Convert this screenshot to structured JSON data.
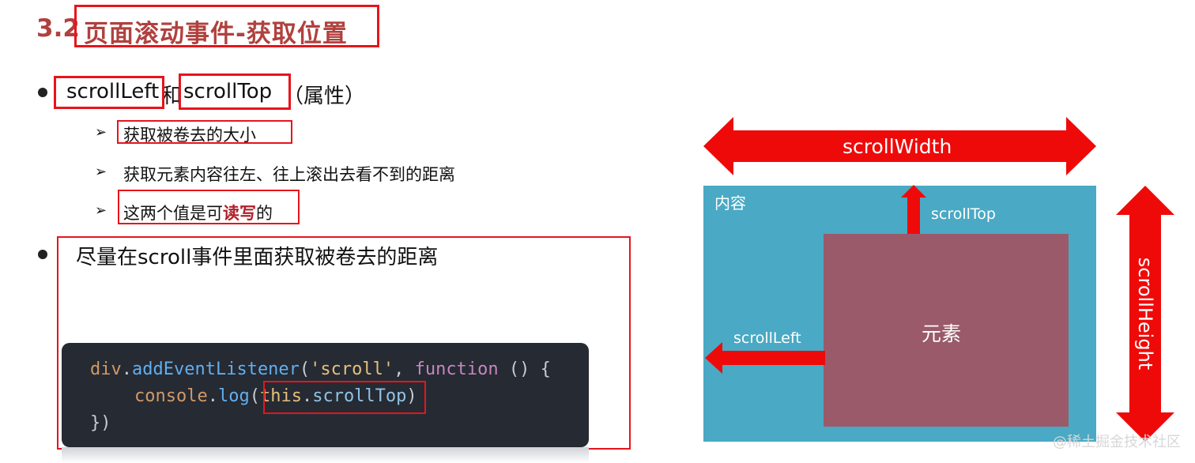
{
  "title": {
    "number": "3.2",
    "text": "页面滚动事件-获取位置"
  },
  "bullet1": {
    "term1": "scrollLeft",
    "joiner": "和",
    "term2": "scrollTop",
    "suffix": "（属性）",
    "subitems": [
      {
        "text": "获取被卷去的大小"
      },
      {
        "text": "获取元素内容往左、往上滚出去看不到的距离"
      },
      {
        "prefix": "这两个值是可",
        "emphasis": "读写",
        "suffix": "的"
      }
    ]
  },
  "bullet2": {
    "text": "尽量在scroll事件里面获取被卷去的距离"
  },
  "code": {
    "line1": {
      "obj": "div",
      "dot": ".",
      "method": "addEventListener",
      "open": "(",
      "event": "'scroll'",
      "comma": ", ",
      "keyword": "function",
      "rest": " () {"
    },
    "line2": {
      "obj": "console",
      "dot": ".",
      "method": "log",
      "open": "(",
      "this": "this",
      "dot2": ".",
      "prop": "scrollTop",
      "close": ")"
    },
    "line3": "})"
  },
  "diagram": {
    "content_label": "内容",
    "element_label": "元素",
    "scroll_width": "scrollWidth",
    "scroll_height": "scrollHeight",
    "scroll_top": "scrollTop",
    "scroll_left": "scrollLeft",
    "colors": {
      "content": "#4aa9c4",
      "element": "#9a5a6a",
      "arrow": "#ef0a0a"
    }
  },
  "watermark": "@稀土掘金技术社区"
}
